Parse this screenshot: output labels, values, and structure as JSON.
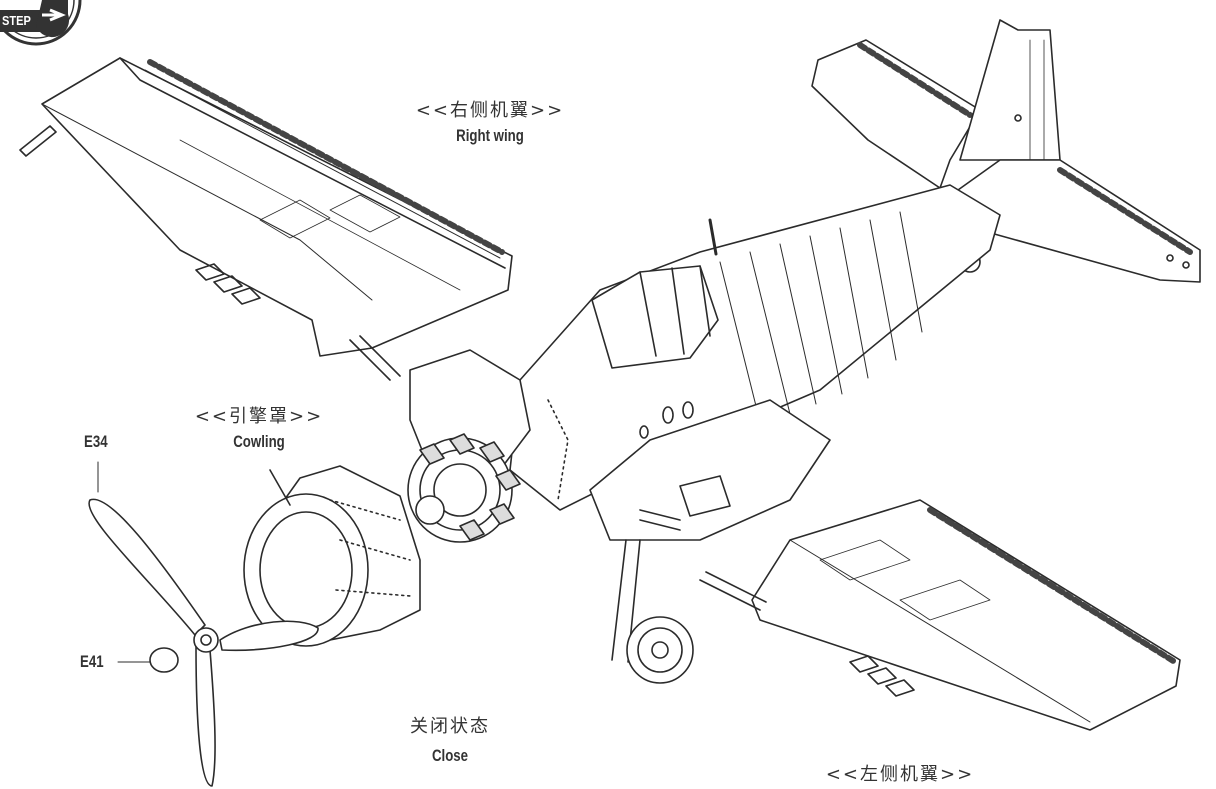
{
  "step": {
    "label": "STEP"
  },
  "labels": {
    "right_wing_cn": "<<右侧机翼>>",
    "right_wing_en": "Right wing",
    "cowling_cn": "<<引擎罩>>",
    "cowling_en": "Cowling",
    "left_wing_cn": "<<左侧机翼>>",
    "state_cn": "关闭状态",
    "state_en": "Close"
  },
  "parts": {
    "propeller": "E34",
    "spinner": "E41"
  },
  "colors": {
    "line": "#2b2b2b",
    "badge": "#3a3a3a",
    "paper": "#ffffff"
  }
}
